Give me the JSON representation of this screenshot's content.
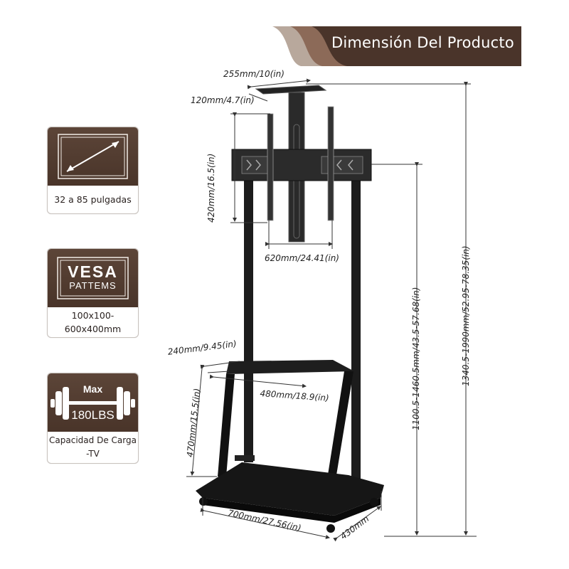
{
  "header": {
    "title": "Dimensión Del Producto",
    "colors": {
      "banner": "#4a342a",
      "wave_light": "#b8a89c",
      "wave_mid": "#8c6a58"
    }
  },
  "feature_cards": [
    {
      "icon": "screen-diagonal-icon",
      "label": "32 a 85 pulgadas"
    },
    {
      "icon": "vesa-badge-icon",
      "badge_title": "VESA",
      "badge_subtitle": "PATTEMS",
      "label_lines": [
        "100x100-",
        "600x400mm"
      ]
    },
    {
      "icon": "barbell-icon",
      "badge_top": "Max",
      "badge_bottom": "180LBS",
      "label_lines": [
        "Capacidad De Carga",
        "-TV"
      ]
    }
  ],
  "dimensions": {
    "tray_width": "255mm/10(in)",
    "tray_depth": "120mm/4.7(in)",
    "bracket_height": "420mm/16.5(in)",
    "bracket_width": "620mm/24.41(in)",
    "mount_height": "1100.5-1460.5mm/43.5-57.68(in)",
    "total_height": "1340.5-1990mm/52.95-78.35(in)",
    "shelf_depth": "240mm/9.45(in)",
    "shelf_width": "480mm/18.9(in)",
    "shelf_height": "470mm/15.5(in)",
    "base_width": "700mm/27.56(in)",
    "base_depth": "430mm"
  }
}
